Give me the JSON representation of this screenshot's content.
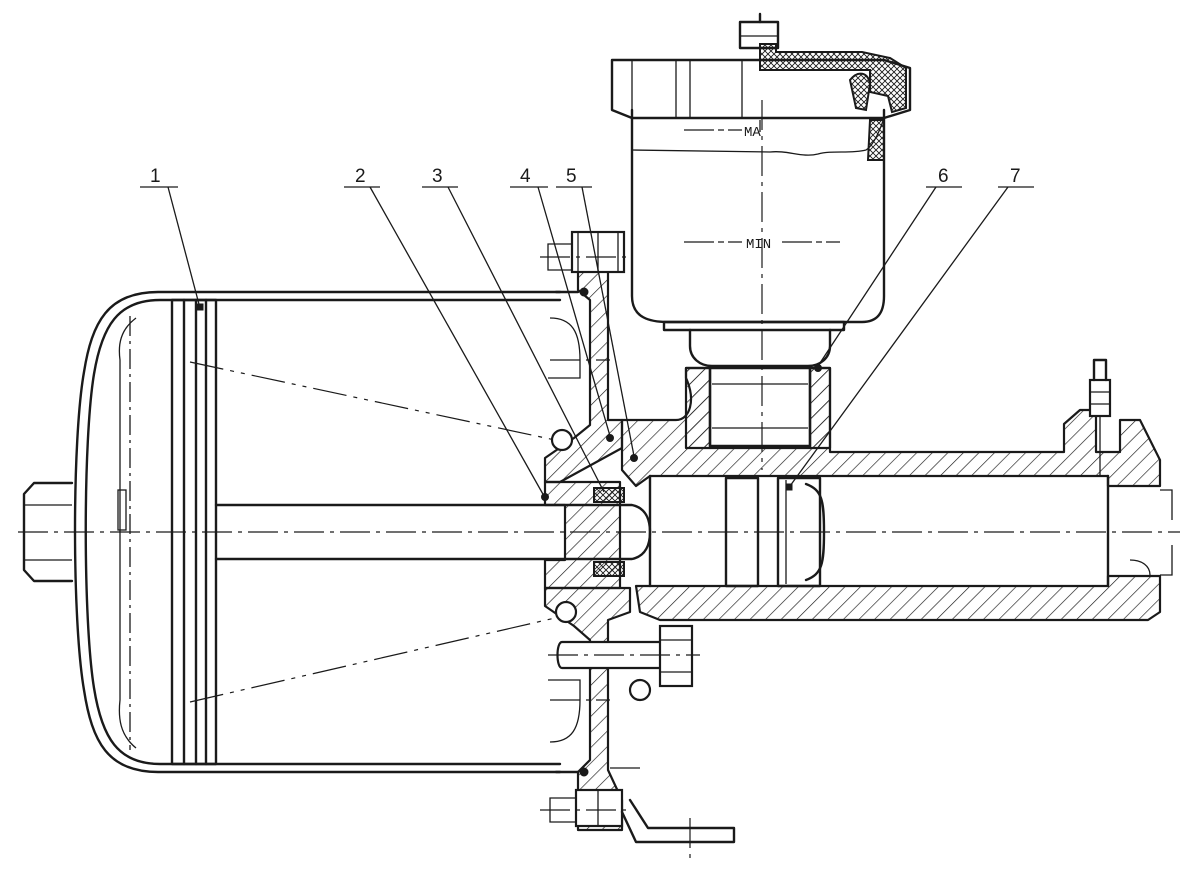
{
  "callouts": [
    {
      "id": "1",
      "label": "1"
    },
    {
      "id": "2",
      "label": "2"
    },
    {
      "id": "3",
      "label": "3"
    },
    {
      "id": "4",
      "label": "4"
    },
    {
      "id": "5",
      "label": "5"
    },
    {
      "id": "6",
      "label": "6"
    },
    {
      "id": "7",
      "label": "7"
    }
  ],
  "reservoir": {
    "max_mark": "MA",
    "min_mark": "MIN"
  },
  "colors": {
    "line": "#1a1a1a",
    "background": "#ffffff"
  }
}
